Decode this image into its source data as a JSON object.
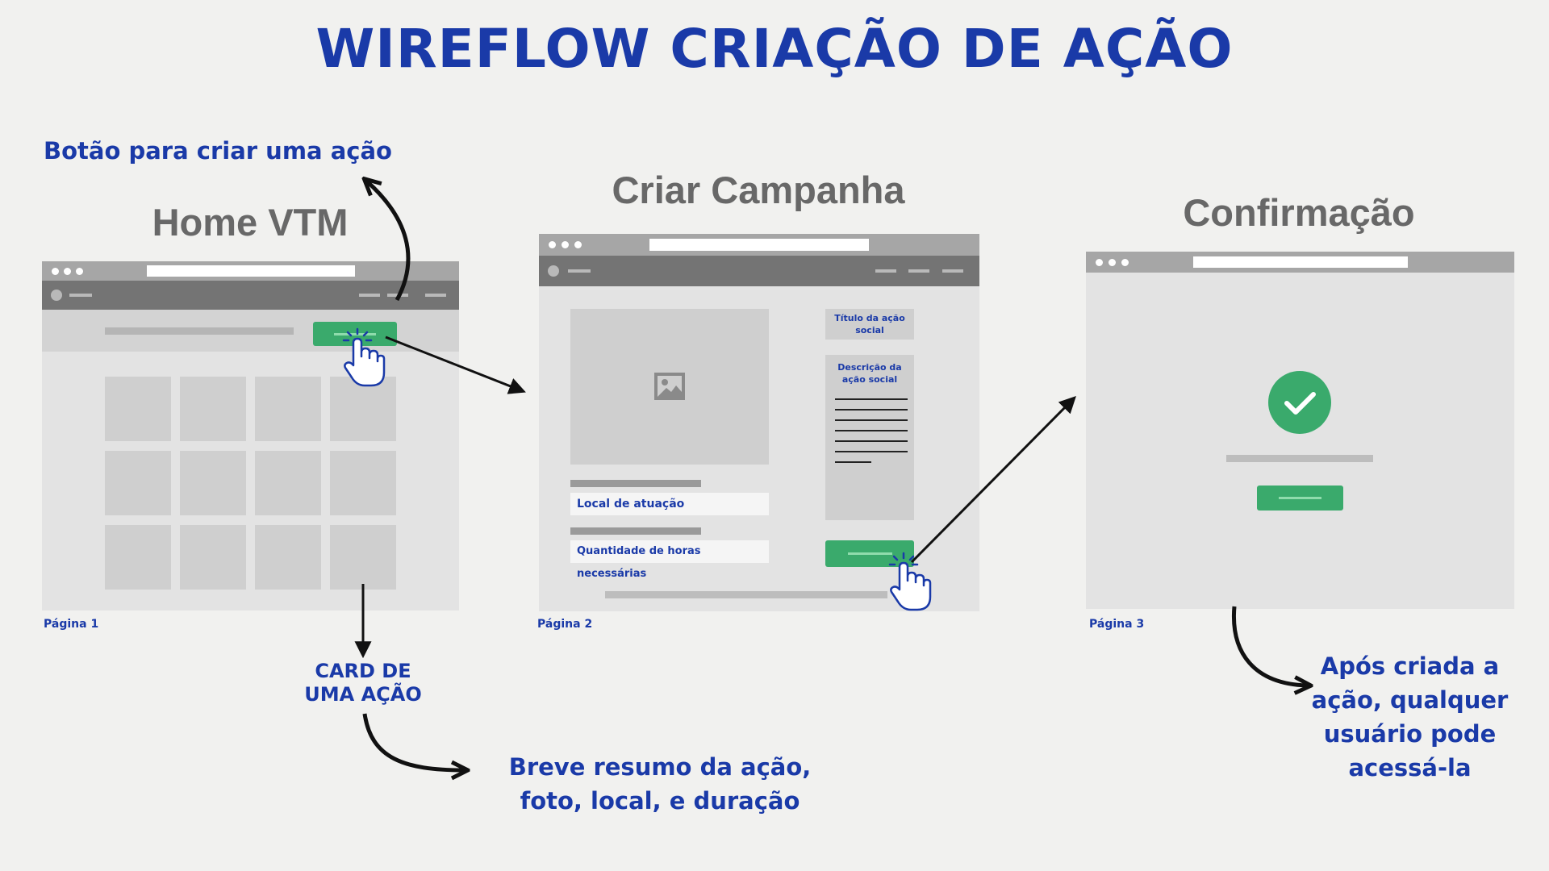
{
  "title": "WIREFLOW CRIAÇÃO DE AÇÃO",
  "screens": {
    "home": {
      "title": "Home VTM",
      "page_label": "Página 1"
    },
    "criar": {
      "title": "Criar Campanha",
      "page_label": "Página 2",
      "fields": {
        "titulo": "Título da ação social",
        "descricao": "Descrição da ação social",
        "local": "Local de atuação",
        "horas": "Quantidade de horas necessárias"
      }
    },
    "confirmacao": {
      "title": "Confirmação",
      "page_label": "Página 3"
    }
  },
  "annotations": {
    "botao": "Botão para criar uma ação",
    "card": "CARD DE UMA AÇÃO",
    "resumo": "Breve resumo da ação, foto, local, e duração",
    "apos": "Após criada a ação, qualquer usuário pode acessá-la"
  },
  "colors": {
    "accent_blue": "#1a3aa8",
    "green": "#3aaa6c",
    "gray_frame": "#a6a6a6",
    "nav_dark": "#747474"
  },
  "icons": [
    "pointer-hand-icon",
    "image-placeholder-icon",
    "check-circle-icon",
    "arrow-icon"
  ]
}
